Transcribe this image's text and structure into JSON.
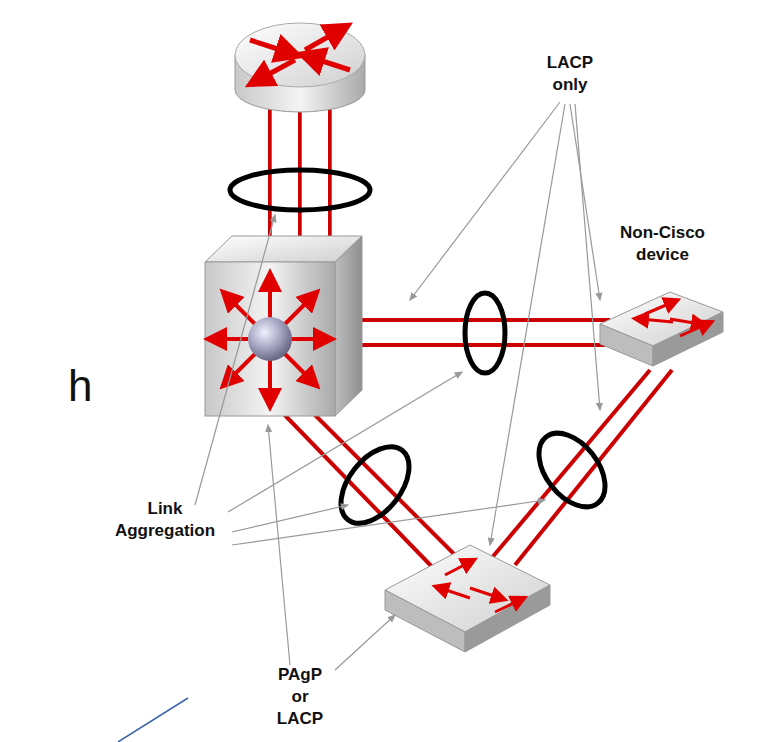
{
  "diagram": {
    "nodes": [
      {
        "text": [
          "Non-Cisco device"
        ]
      }
    ],
    "labels": [
      "LACP only",
      "Link Aggregation",
      "PAgP or LACP",
      "h"
    ]
  }
}
